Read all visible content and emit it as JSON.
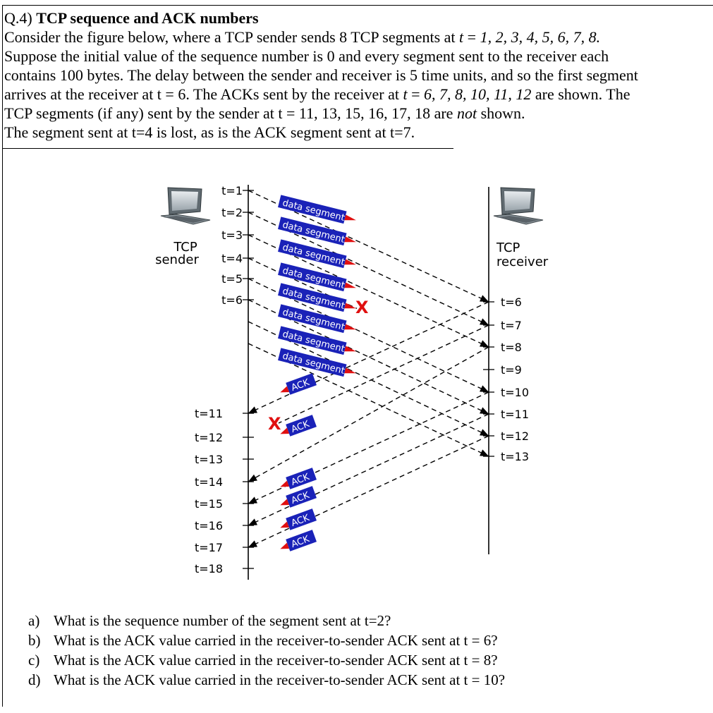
{
  "header": {
    "qnum": "Q.4)",
    "title": "TCP sequence and ACK numbers",
    "l1a": "Consider the figure below, where a TCP sender sends 8 TCP segments at ",
    "l1t": "t",
    "l1eq": " = ",
    "l1vals": "1, 2, 3, 4, 5, 6, 7, 8.",
    "l2": "Suppose the initial value of the sequence number is 0 and every segment sent to the receiver each",
    "l3": "contains 100 bytes. The delay between the sender and receiver is 5 time units, and so the first segment",
    "l4a": "arrives at the receiver at t = 6.  The ACKs sent by the receiver at ",
    "l4t": "t",
    "l4eq": " = ",
    "l4vals": " 6, 7, 8, 10, 11, 12",
    "l4b": " are shown.  The",
    "l5a": "TCP segments (if any) sent by the sender at t = 11, 13, 15, 16, 17, 18 are ",
    "l5not": "not",
    "l5b": " shown.",
    "l6": "The segment sent at t=4 is lost, as is the ACK segment sent at t=7."
  },
  "diagram": {
    "sender_label_1": "TCP",
    "sender_label_2": "sender",
    "receiver_label_1": "TCP",
    "receiver_label_2": "receiver",
    "data_segment_label": "data segment",
    "ack_label": "ACK",
    "lost_marker": "X",
    "sender_ticks_top": [
      "t=1",
      "t=2",
      "t=3",
      "t=4",
      "t=5",
      "t=6"
    ],
    "sender_ticks_bottom": [
      "t=11",
      "t=12",
      "t=13",
      "t=14",
      "t=15",
      "t=16",
      "t=17",
      "t=18"
    ],
    "receiver_ticks": [
      "t=6",
      "t=7",
      "t=8",
      "t=9",
      "t=10",
      "t=11",
      "t=12",
      "t=13"
    ],
    "colors": {
      "segment_box": "#1a22b8",
      "arrow_head": "#e01010",
      "lost_x": "#e01010"
    }
  },
  "questions": [
    {
      "label": "a)",
      "text": "What is the sequence number of the segment sent at t=2?"
    },
    {
      "label": "b)",
      "text": "What is the ACK value carried in the receiver-to-sender ACK sent at t = 6?"
    },
    {
      "label": "c)",
      "text": "What is the ACK value carried in the receiver-to-sender ACK sent at t = 8?"
    },
    {
      "label": "d)",
      "text": "What is the ACK value carried in the receiver-to-sender ACK sent at t = 10?"
    }
  ]
}
